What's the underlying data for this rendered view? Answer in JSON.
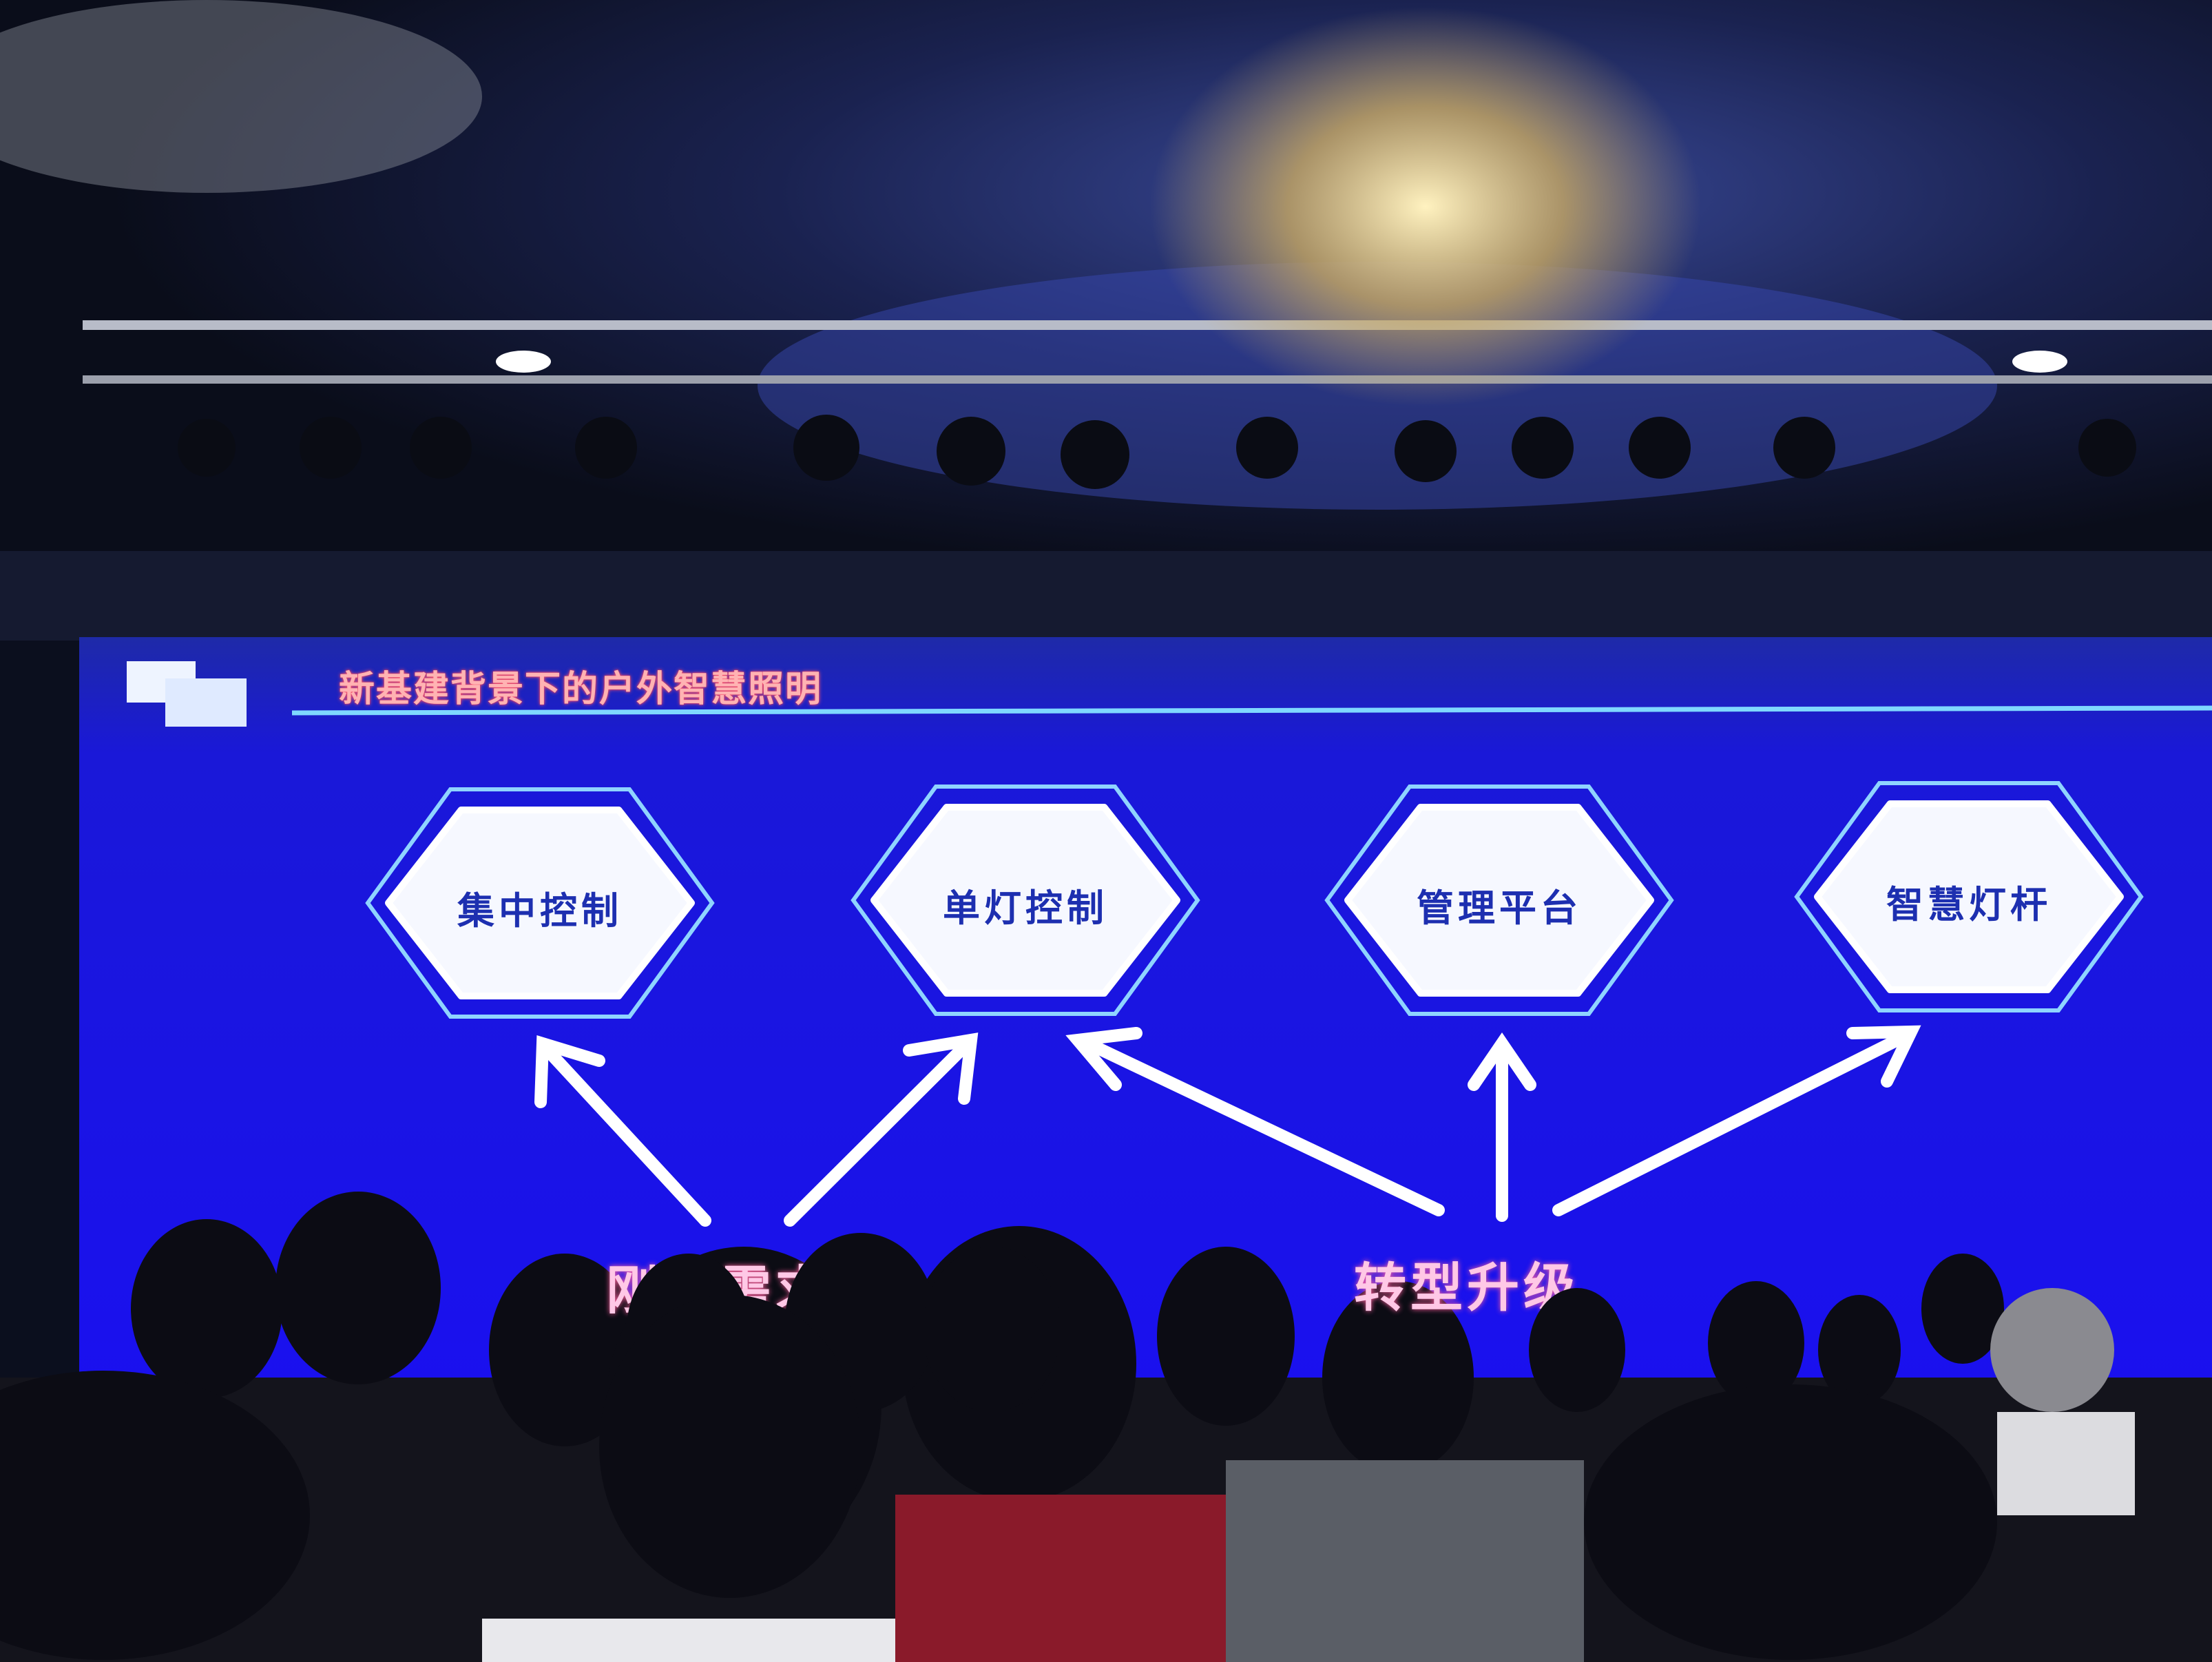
{
  "slide": {
    "title": "新基建背景下的户外智慧照明",
    "hexagons": [
      {
        "label": "集中控制"
      },
      {
        "label": "单灯控制"
      },
      {
        "label": "管理平台"
      },
      {
        "label": "智慧灯杆"
      }
    ],
    "drivers": [
      {
        "label": "刚性需求"
      },
      {
        "label": "转型升级"
      }
    ]
  },
  "colors": {
    "screen_blue": "#1a12e8",
    "title_text": "#ffb3b3",
    "hex_border": "#8fd4ff",
    "hex_text": "#1d2fb0",
    "driver_text": "#ffc8e6"
  }
}
